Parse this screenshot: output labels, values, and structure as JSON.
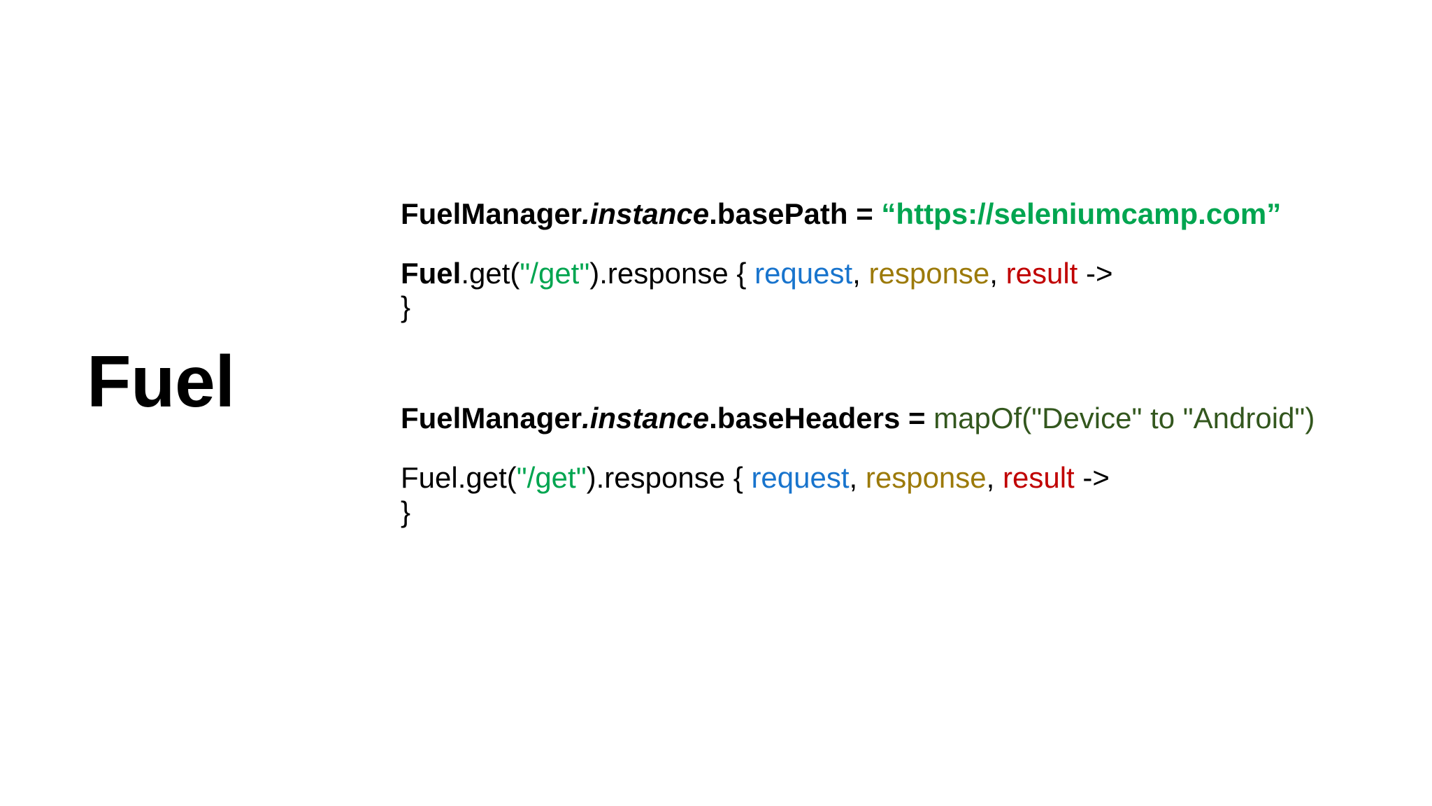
{
  "slide": {
    "title": "Fuel",
    "background_color": "#ffffff"
  },
  "palette": {
    "text": "#000000",
    "string_green": "#00A550",
    "mapof_green": "#33571E",
    "request_blue": "#1874CD",
    "response_gold": "#9C7A0A",
    "result_red": "#C00000"
  },
  "code": {
    "block1": {
      "line1": {
        "t1": "FuelManager",
        "t2": ".instance",
        "t3": ".basePath = ",
        "t4": "“https://seleniumcamp.com”"
      }
    },
    "block2": {
      "line1": {
        "t1": "Fuel",
        "t2": ".get(",
        "t3": "\"/get\"",
        "t4": ").response { ",
        "t5": "request",
        "t6": ", ",
        "t7": "response",
        "t8": ", ",
        "t9": "result",
        "t10": " ->"
      },
      "line2": "}"
    },
    "block3": {
      "line1": {
        "t1": "FuelManager",
        "t2": ".instance",
        "t3": ".baseHeaders = ",
        "t4": "mapOf(\"Device\" to \"Android\")"
      }
    },
    "block4": {
      "line1": {
        "t1": "Fuel",
        "t2": ".get(",
        "t3": "\"/get\"",
        "t4": ").response { ",
        "t5": "request",
        "t6": ", ",
        "t7": "response",
        "t8": ", ",
        "t9": "result",
        "t10": " ->"
      },
      "line2": "}"
    }
  }
}
